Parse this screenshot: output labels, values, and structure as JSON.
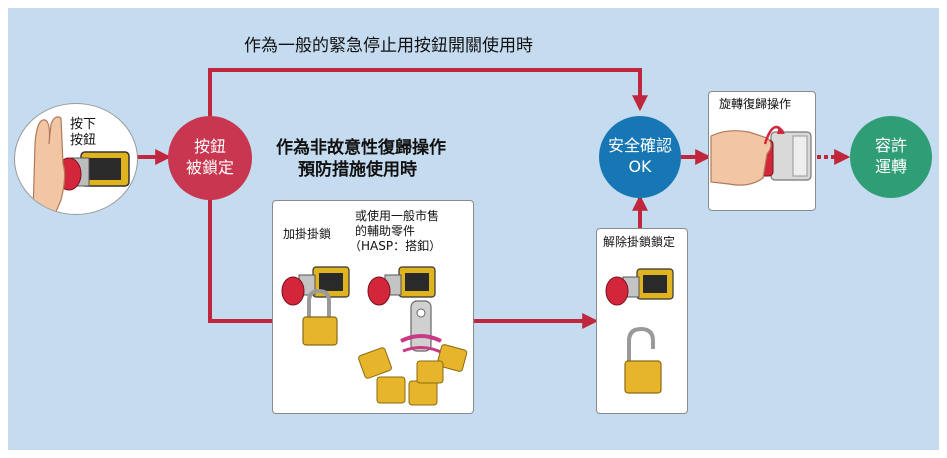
{
  "top_route_label": "作為一般的緊急停止用按鈕開關使用時",
  "press_label": [
    "按下",
    "按鈕"
  ],
  "locked_node": [
    "按鈕",
    "被鎖定"
  ],
  "lockout_title": [
    "作為非故意性復歸操作",
    "預防措施使用時"
  ],
  "lock_box": {
    "padlock_label": "加掛掛鎖",
    "hasp_label": [
      "或使用一般市售",
      "的輔助零件",
      "（HASP：搭釦）"
    ]
  },
  "release_label": "解除掛鎖鎖定",
  "safety_node": [
    "安全確認",
    "OK"
  ],
  "rotate_label": "旋轉復歸操作",
  "allow_node": [
    "容許",
    "運轉"
  ],
  "colors": {
    "background": "#c5dcf0",
    "arrow": "#c0273d",
    "locked": "#c8374f",
    "safety": "#1777b4",
    "allow": "#2f9e77",
    "padlock": "#e7b52b",
    "button_red": "#d3263b"
  }
}
